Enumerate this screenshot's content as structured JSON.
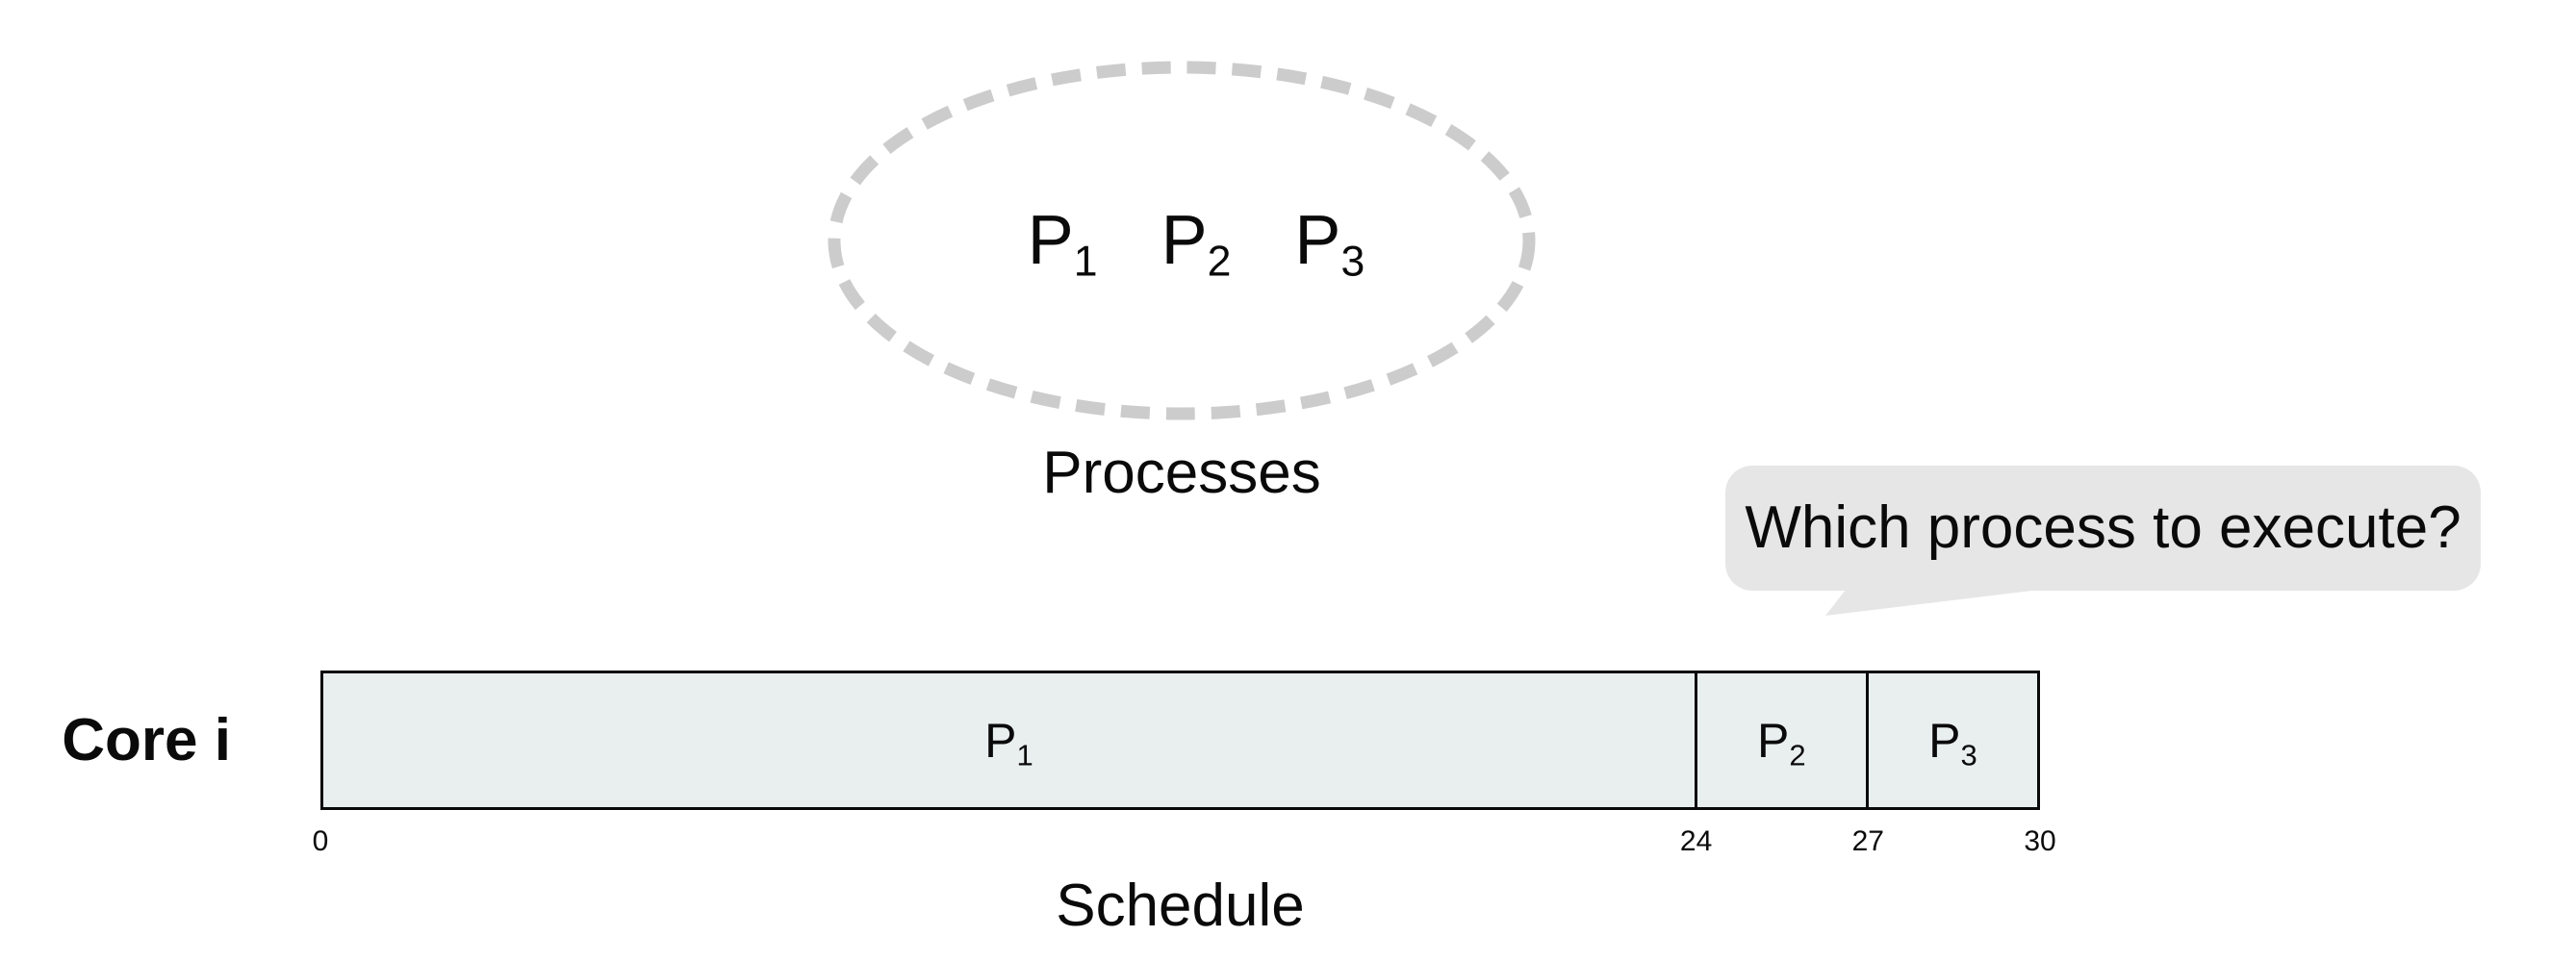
{
  "colors": {
    "background": "#ffffff",
    "text": "#0a0a0a",
    "ellipse_dash": "#cccccc",
    "bubble_fill": "#e6e6e6",
    "bar_fill": "#e9efef",
    "bar_border": "#0a0a0a"
  },
  "processes": {
    "caption": "Processes",
    "items": [
      {
        "base": "P",
        "sub": "1"
      },
      {
        "base": "P",
        "sub": "2"
      },
      {
        "base": "P",
        "sub": "3"
      }
    ]
  },
  "bubble": {
    "text": "Which process to execute?"
  },
  "schedule": {
    "core_label": "Core i",
    "caption": "Schedule",
    "total": 30,
    "segments": [
      {
        "base": "P",
        "sub": "1",
        "start": 0,
        "end": 24
      },
      {
        "base": "P",
        "sub": "2",
        "start": 24,
        "end": 27
      },
      {
        "base": "P",
        "sub": "3",
        "start": 27,
        "end": 30
      }
    ],
    "ticks": [
      {
        "label": "0",
        "value": 0
      },
      {
        "label": "24",
        "value": 24
      },
      {
        "label": "27",
        "value": 27
      },
      {
        "label": "30",
        "value": 30
      }
    ]
  }
}
